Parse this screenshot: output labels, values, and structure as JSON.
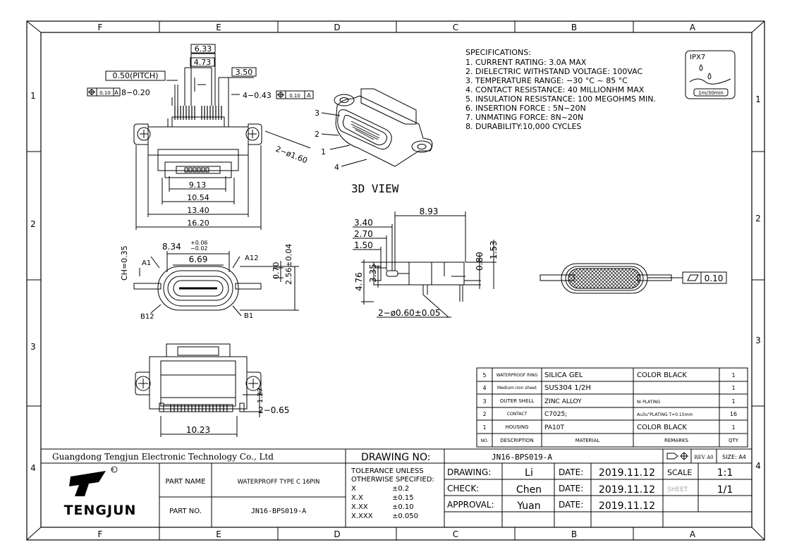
{
  "zones": {
    "top": [
      "F",
      "E",
      "D",
      "C",
      "B",
      "A"
    ],
    "bottom": [
      "F",
      "E",
      "D",
      "C",
      "B",
      "A"
    ],
    "left": [
      "1",
      "2",
      "3",
      "4"
    ],
    "right": [
      "1",
      "2",
      "3",
      "4"
    ]
  },
  "dims": {
    "pitch6_33": "6.33",
    "pitch4_73": "4.73",
    "pitch3_50": "3.50",
    "pitch": "0.50(PITCH)",
    "tol_a": "0.10",
    "tol_a_ref": "A",
    "pin8": "8−0.20",
    "pin4": "4−0.43",
    "tol_b": "0.10",
    "tol_b_ref": "A",
    "hole": "2−ø1.60",
    "w9_13": "9.13",
    "w10_54": "10.54",
    "w13_40": "13.40",
    "w16_20": "16.20",
    "w8_34": "8.34",
    "w8_34_tol_up": "+0.06",
    "w8_34_tol_dn": "−0.02",
    "w6_69": "6.69",
    "ch": "CH=0.35",
    "h0_70": "0.70",
    "h2_56": "2.56±0.04",
    "pin_a1": "A1",
    "pin_a12": "A12",
    "pin_b12": "B12",
    "pin_b1": "B1",
    "s8_93": "8.93",
    "s3_40": "3.40",
    "s2_70": "2.70",
    "s1_50": "1.50",
    "s4_76": "4.76",
    "s3_35": "3.35",
    "s0_80": "0.80",
    "s1_53": "1.53",
    "s_pins": "2−ø0.60±0.05",
    "flat": "0.10",
    "b10_23": "10.23",
    "b1_27": "1.27",
    "b0_65": "2−0.65",
    "callout1": "1",
    "callout2": "2",
    "callout3": "3",
    "callout4": "4"
  },
  "view3d_label": "3D VIEW",
  "specs": {
    "title": "SPECIFICATIONS:",
    "items": [
      "1. CURRENT RATING: 3.0A MAX",
      "2. DIELECTRIC WITHSTAND VOLTAGE: 100VAC",
      "3. TEMPERATURE RANGE: −30 °C ~ 85 °C",
      "4. CONTACT RESISTANCE: 40 MILLIONHM MAX",
      "5. INSULATION RESISTANCE: 100 MEGOHMS MIN.",
      "6. INSERTION FORCE : 5N~20N",
      "7. UNMATING FORCE: 8N~20N",
      "8. DURABILITY:10,000 CYCLES"
    ]
  },
  "ipx": {
    "label": "IPX7",
    "sub": "1m/30min"
  },
  "bom": {
    "rows": [
      {
        "no": "5",
        "desc": "WATERPROOF RING",
        "material": "SILICA GEL",
        "remarks": "COLOR BLACK",
        "qty": "1"
      },
      {
        "no": "4",
        "desc": "Medium iron sheet",
        "material": "SUS304 1/2H",
        "remarks": "",
        "qty": "1"
      },
      {
        "no": "3",
        "desc": "OUTER SHELL",
        "material": "ZINC ALLOY",
        "remarks": "Ni PLATING",
        "qty": "1"
      },
      {
        "no": "2",
        "desc": "CONTACT",
        "material": "C7025;",
        "remarks": "Au3u\"PLATING  T=0.15mm",
        "qty": "16"
      },
      {
        "no": "1",
        "desc": "HOUSING",
        "material": "PA10T",
        "remarks": "COLOR BLACK",
        "qty": "1"
      }
    ],
    "header": {
      "no": "NO.",
      "desc": "DESCRIPTION",
      "material": "MATERIAL",
      "remarks": "REMARKS",
      "qty": "QTY"
    }
  },
  "title_block": {
    "company": "Guangdong Tengjun Electronic Technology Co., Ltd",
    "drawing_no_label": "DRAWING NO:",
    "drawing_no": "JN16-BPS019-A",
    "rev": "REV A0",
    "size": "SIZE: A4",
    "logo_text": "TENGJUN",
    "part_name_label": "PART NAME",
    "part_name": "WATERPROFF TYPE C 16PIN",
    "part_no_label": "PART NO.",
    "part_no": "JN16-BPS019-A",
    "tol_title1": "TOLERANCE UNLESS",
    "tol_title2": "OTHERWISE SPECIFIED:",
    "tol_rows": [
      [
        "X",
        "±0.2"
      ],
      [
        "X.X",
        "±0.15"
      ],
      [
        "X.XX",
        "±0.10"
      ],
      [
        "X.XXX",
        "±0.050"
      ]
    ],
    "drawing_label": "DRAWING:",
    "drawing_by": "Li",
    "check_label": "CHECK:",
    "check_by": "Chen",
    "approval_label": "APPROVAL:",
    "approval_by": "Yuan",
    "date_label": "DATE:",
    "date": "2019.11.12",
    "scale_label": "SCALE",
    "scale": "1:1",
    "sheet_label": "SHEET",
    "sheet": "1/1"
  }
}
